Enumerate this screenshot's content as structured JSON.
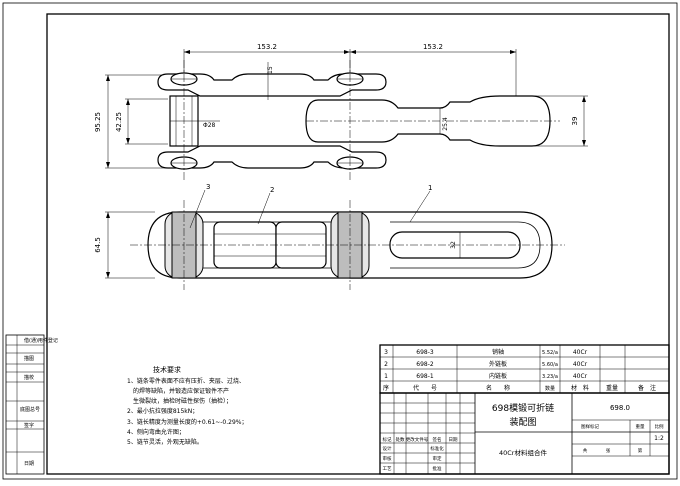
{
  "dimensions": {
    "pitch_left": "153.2",
    "pitch_right": "153.2",
    "link_gap": "15",
    "overall_height": "95.25",
    "inner_height": "42.25",
    "pin_dia": "Φ28",
    "waist": "25.4",
    "end_height": "39",
    "side_height": "64.5",
    "inner_width": "32"
  },
  "balloons": [
    "3",
    "2",
    "1"
  ],
  "tech_req": {
    "title": "技术要求",
    "items": [
      "1、链条零件表面不应有压折、夹层、过烧、",
      "的焊等缺陷，并锻造应保证锻件不产",
      "生微裂纹，抽检时磁性探伤（抽检）；",
      "2、最小抗拉强度815kN；",
      "3、链长精度为测量长度的+0.61~-0.29%；",
      "4、侧向弯曲允许图；",
      "5、链节灵活，外观无缺陷。"
    ]
  },
  "bom": {
    "rows": [
      {
        "no": "3",
        "code": "698-3",
        "name": "销轴",
        "weight": "5.52/a",
        "material": "40Cr"
      },
      {
        "no": "2",
        "code": "698-2",
        "name": "外链板",
        "weight": "5.60/a",
        "material": "40Cr"
      },
      {
        "no": "1",
        "code": "698-1",
        "name": "内链板",
        "weight": "3.23/a",
        "material": "40Cr"
      }
    ],
    "header": {
      "no": "序",
      "code": "代　　号",
      "name": "名　　称",
      "qty": "数量",
      "material": "材　料",
      "weight": "重量",
      "remark": "备　注"
    }
  },
  "title_block": {
    "drawing_name_1": "698模锻可折链",
    "drawing_name_2": "装配图",
    "drawing_no": "698.0",
    "material_note": "40Cr材料组合件",
    "scale": "1:2",
    "scale_label": "比例",
    "labels": [
      "标记",
      "处数",
      "更改文件号",
      "签名",
      "日期",
      "设计",
      "标准化",
      "审核",
      "工艺",
      "批准",
      "审定",
      "图样标记",
      "重量",
      "共",
      "张",
      "第"
    ]
  },
  "left_strip": {
    "labels": [
      "借(通)用件登记",
      "描图",
      "描校",
      "底图总号",
      "签字",
      "日期"
    ]
  }
}
